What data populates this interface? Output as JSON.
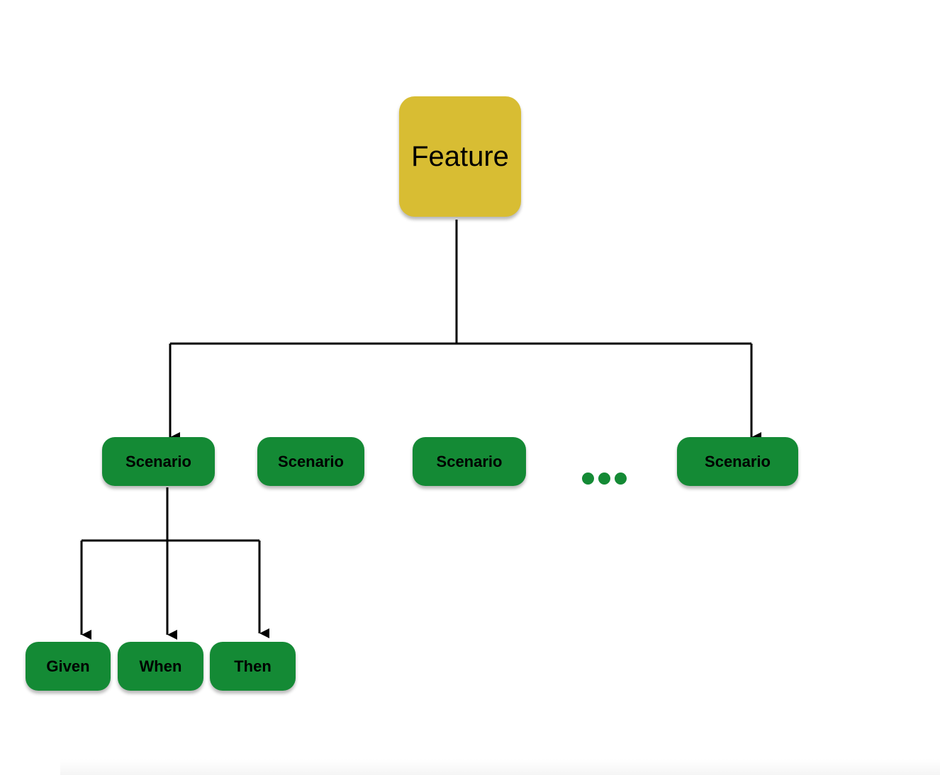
{
  "colors": {
    "feature_fill": "#d8bd33",
    "scenario_fill": "#148a35",
    "connector": "#000000"
  },
  "feature": {
    "label": "Feature"
  },
  "scenarios": [
    {
      "label": "Scenario"
    },
    {
      "label": "Scenario"
    },
    {
      "label": "Scenario"
    },
    {
      "label": "Scenario"
    }
  ],
  "steps": [
    {
      "label": "Given"
    },
    {
      "label": "When"
    },
    {
      "label": "Then"
    }
  ],
  "ellipsis_icon": "ellipsis-dots-icon"
}
